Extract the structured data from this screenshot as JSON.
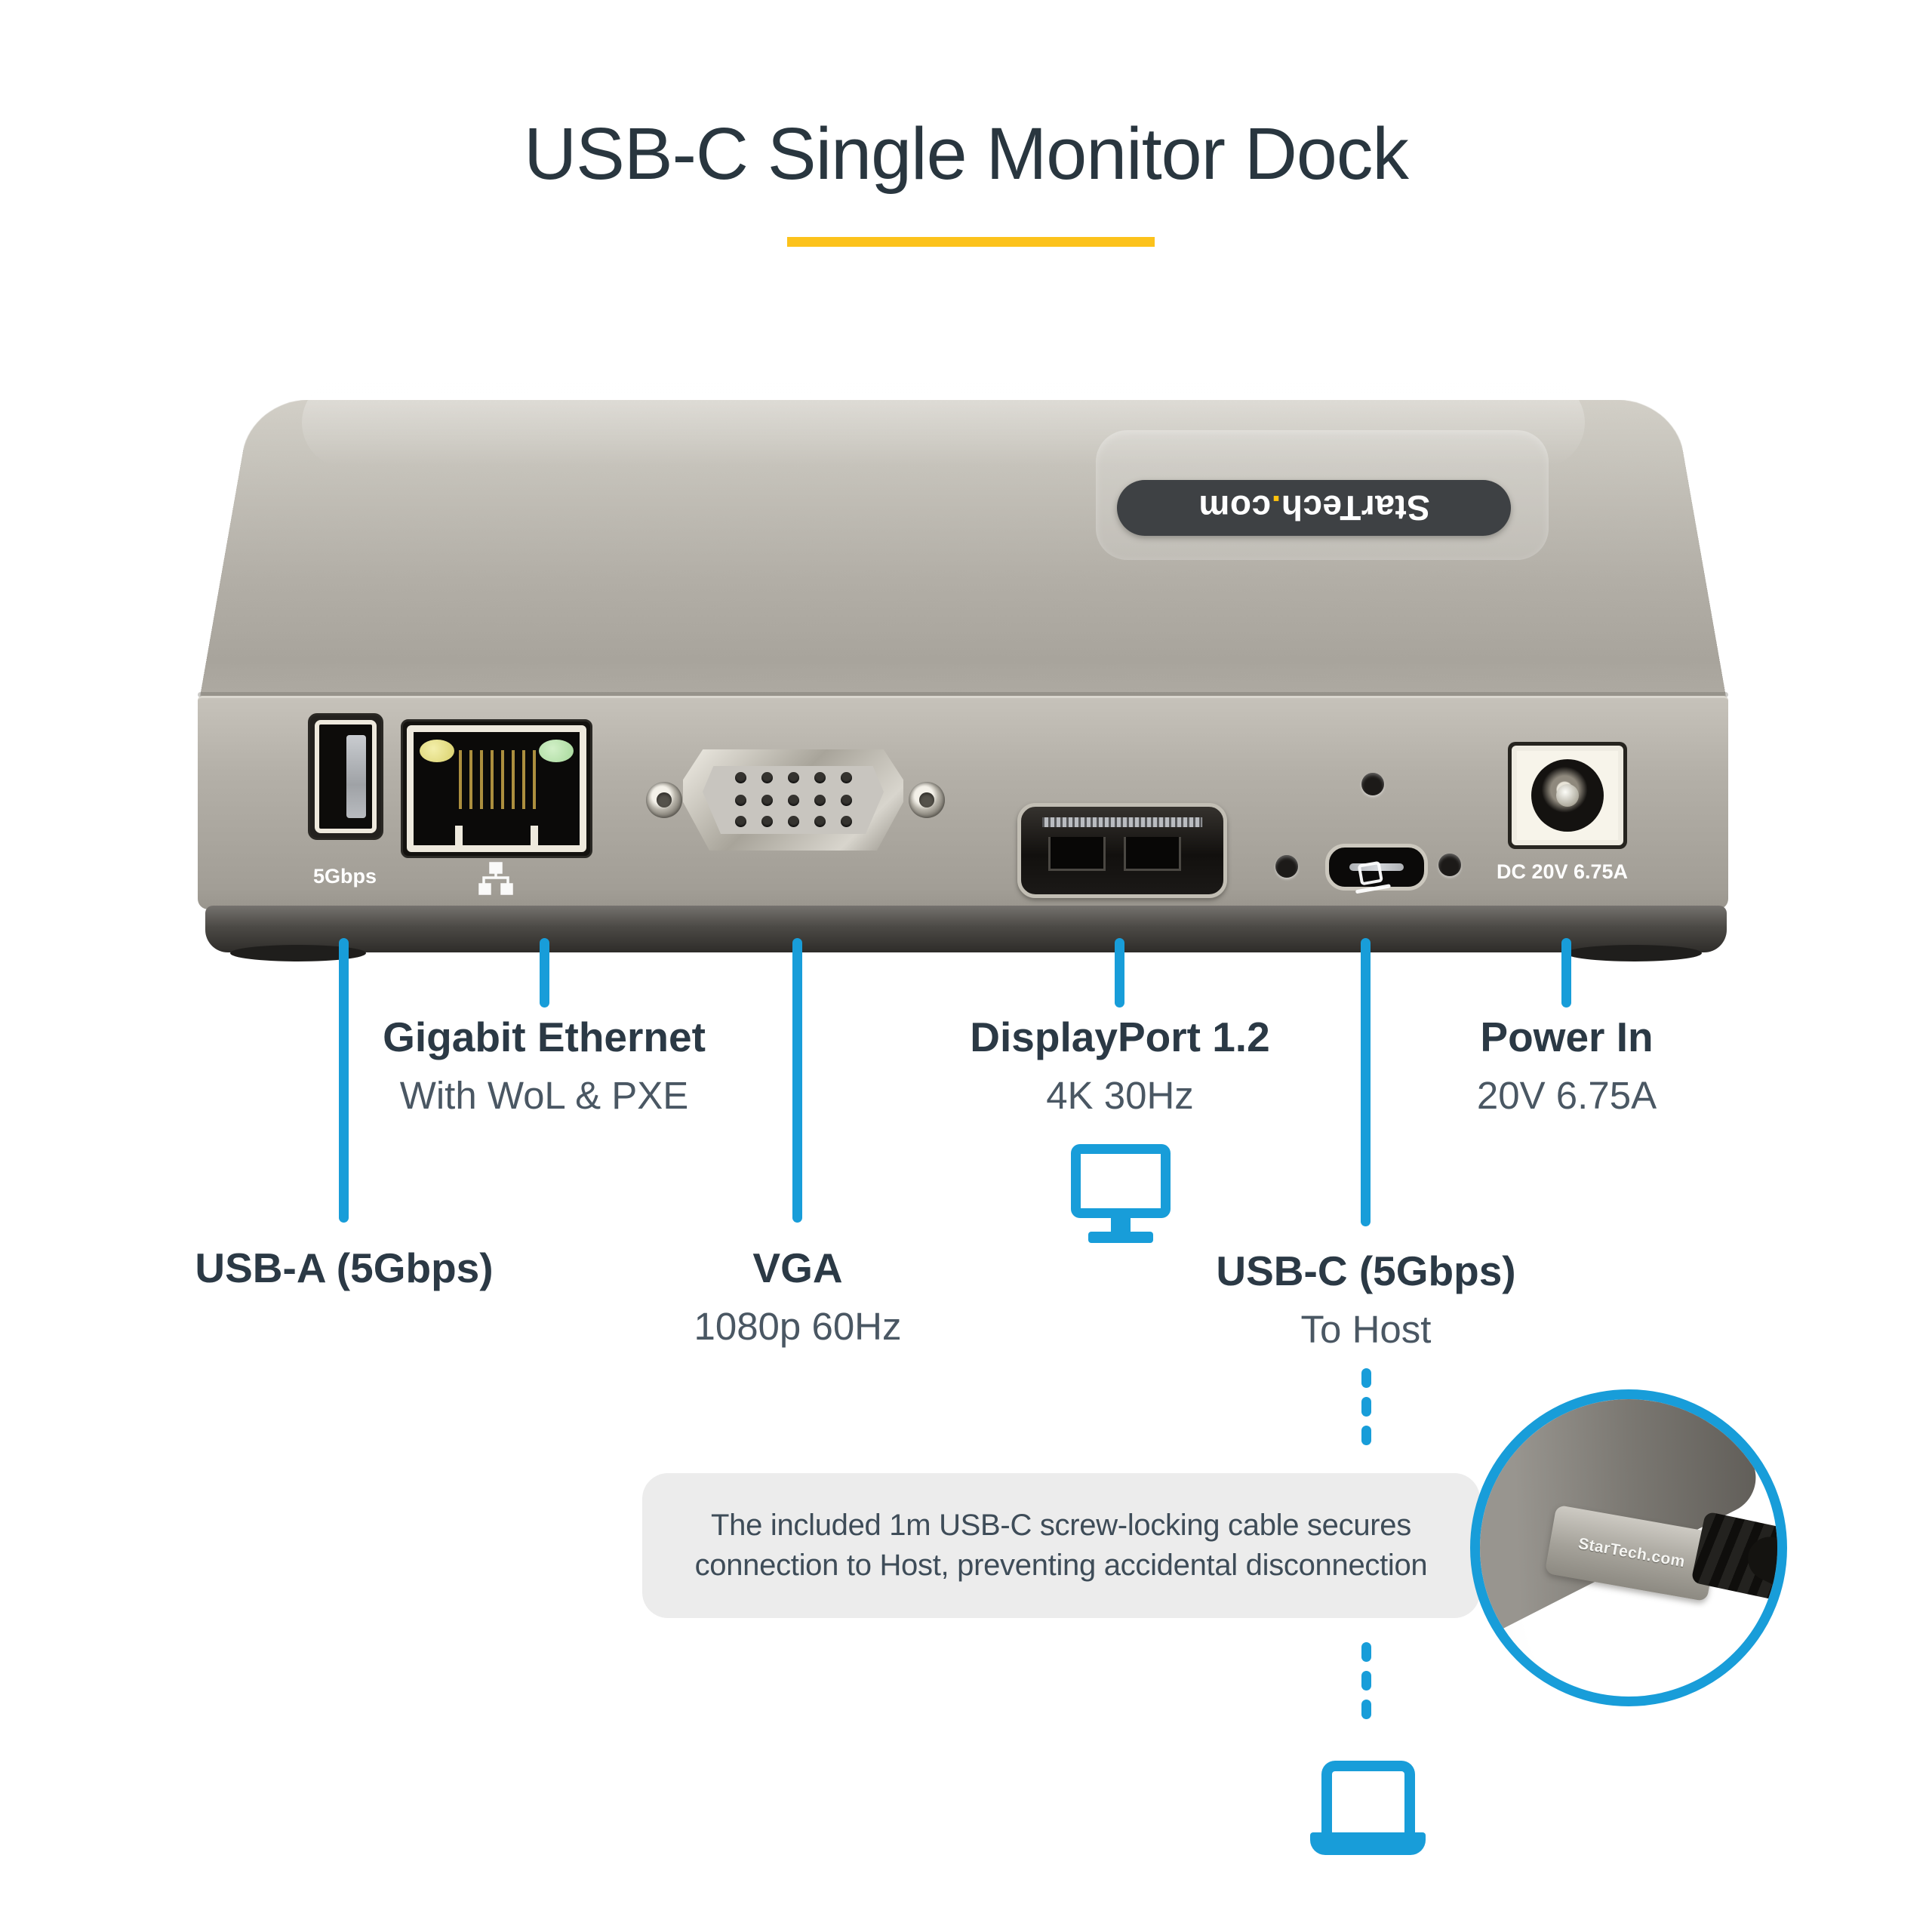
{
  "title": "USB-C Single Monitor Dock",
  "colors": {
    "accent_blue": "#189DD9",
    "accent_yellow": "#FCC21B"
  },
  "device": {
    "brand_pre": "StarTech",
    "brand_dot": ".",
    "brand_post": "com",
    "marking_usb_a": "5Gbps",
    "marking_power": "DC 20V 6.75A"
  },
  "callouts": {
    "ethernet": {
      "label": "Gigabit Ethernet",
      "detail": "With WoL & PXE"
    },
    "displayport": {
      "label": "DisplayPort 1.2",
      "detail": "4K 30Hz"
    },
    "power": {
      "label": "Power In",
      "detail": "20V 6.75A"
    },
    "usb_a": {
      "label": "USB-A (5Gbps)"
    },
    "vga": {
      "label": "VGA",
      "detail": "1080p 60Hz"
    },
    "usb_c": {
      "label": "USB-C (5Gbps)",
      "detail": "To Host"
    }
  },
  "note": {
    "line1": "The included 1m USB-C screw-locking cable secures",
    "line2": "connection to Host, preventing accidental disconnection"
  },
  "inset": {
    "connector_label": "StarTech.com"
  }
}
